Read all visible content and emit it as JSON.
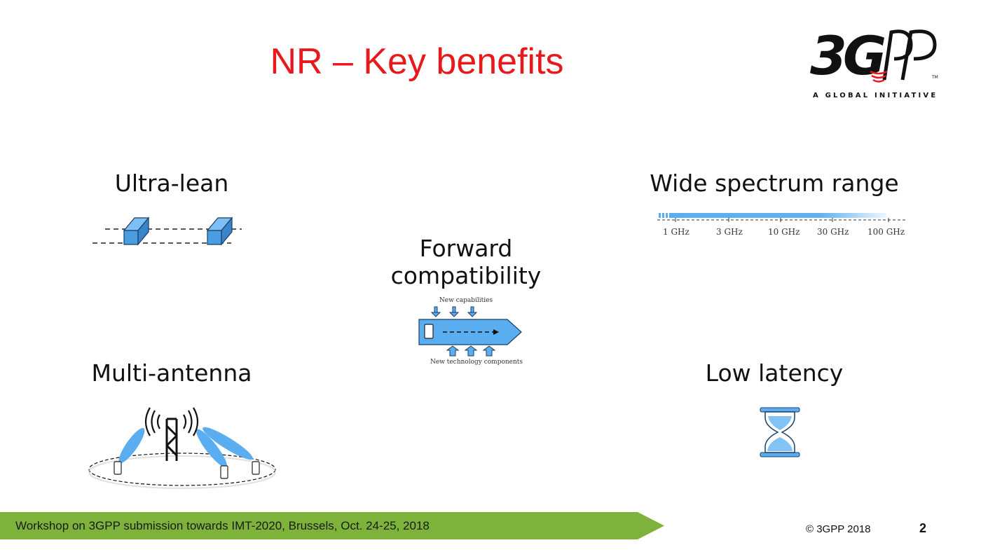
{
  "slide": {
    "title": "NR – Key benefits",
    "logo": {
      "text": "3GPP",
      "tagline": "A GLOBAL INITIATIVE",
      "tm": "TM"
    },
    "benefits": {
      "ultra_lean": "Ultra-lean",
      "wide_spectrum": "Wide spectrum range",
      "forward_line1": "Forward",
      "forward_line2": "compatibility",
      "multi_antenna": "Multi-antenna",
      "low_latency": "Low latency"
    },
    "spectrum_ticks": [
      "1 GHz",
      "3 GHz",
      "10 GHz",
      "30 GHz",
      "100 GHz"
    ],
    "forward_labels": {
      "top": "New capabilities",
      "bottom": "New technology components"
    },
    "footer": {
      "text": "Workshop on 3GPP submission towards IMT-2020, Brussels, Oct. 24-25, 2018",
      "copyright": "© 3GPP 2018",
      "page": "2"
    },
    "colors": {
      "title": "#e8191d",
      "accent_blue": "#5aaef0",
      "footer_green": "#7db33a"
    }
  }
}
